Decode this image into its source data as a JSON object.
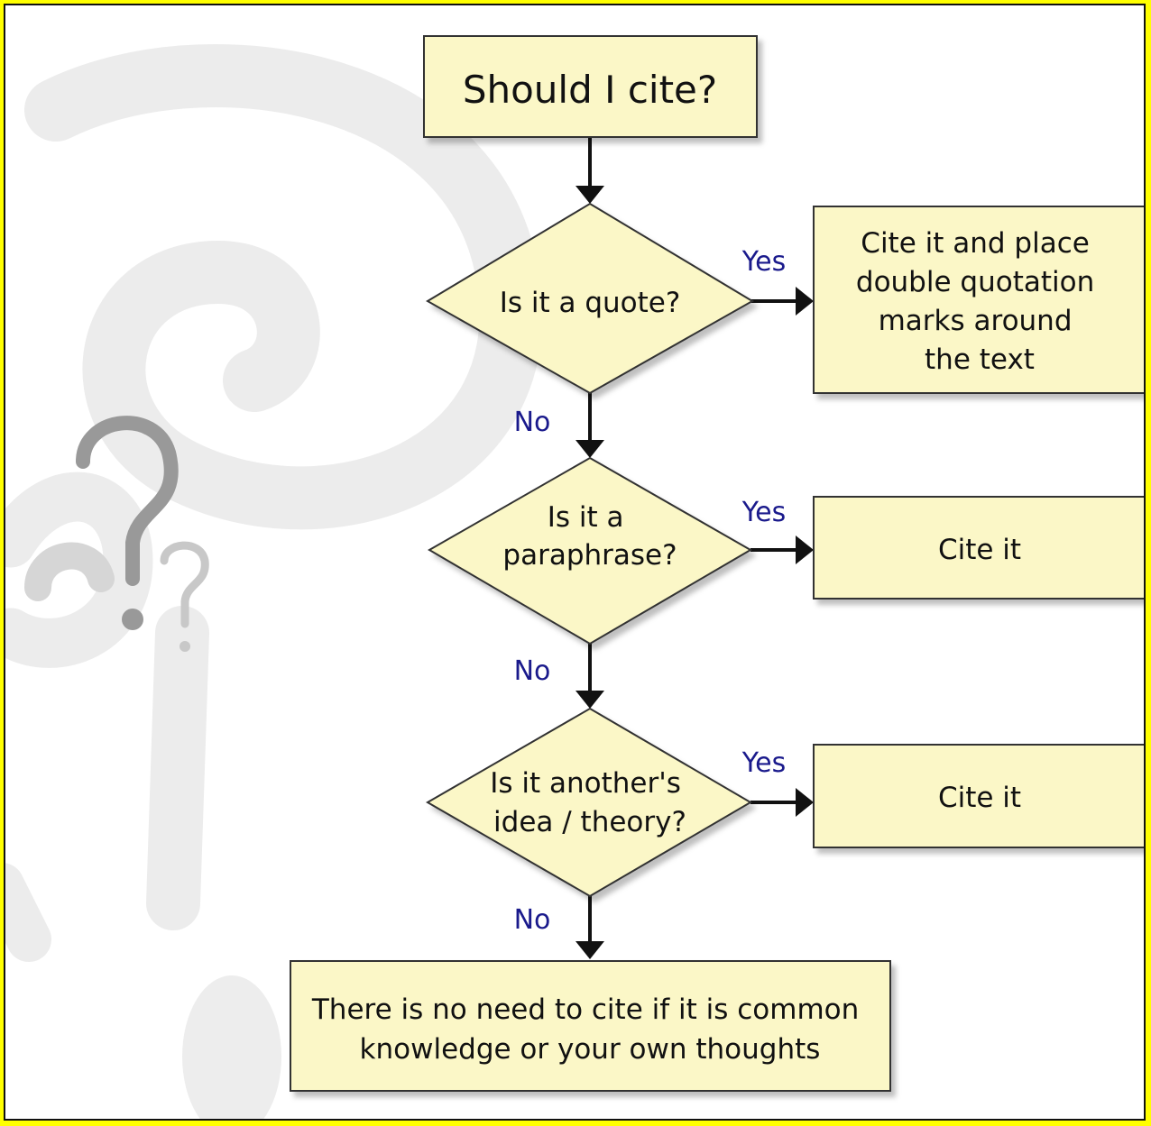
{
  "flowchart": {
    "start": {
      "text": "Should I cite?"
    },
    "questions": [
      {
        "lines": [
          "Is it a quote?"
        ],
        "yes_label": "Yes",
        "no_label": "No",
        "result_lines": [
          "Cite it and place",
          "double quotation",
          "marks around",
          "the text"
        ]
      },
      {
        "lines": [
          "Is it a",
          "paraphrase?"
        ],
        "yes_label": "Yes",
        "no_label": "No",
        "result_lines": [
          "Cite it"
        ]
      },
      {
        "lines": [
          "Is it another's",
          "idea / theory?"
        ],
        "yes_label": "Yes",
        "no_label": "No",
        "result_lines": [
          "Cite it"
        ]
      }
    ],
    "end": {
      "lines": [
        "There is no need to cite if it is common",
        "knowledge or your own thoughts"
      ]
    }
  },
  "colors": {
    "frame": "#ffff00",
    "box_fill": "#fbf7c7",
    "label": "#1a1a8c",
    "decor": "#e6e6e6"
  }
}
